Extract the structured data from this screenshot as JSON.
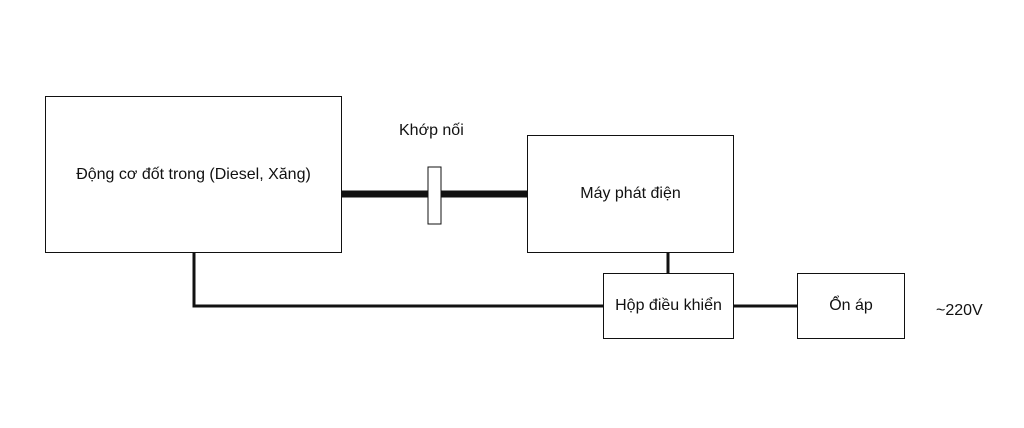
{
  "diagram": {
    "engine": "Động cơ đốt trong (Diesel, Xăng)",
    "coupling": "Khớp nối",
    "generator": "Máy phát điện",
    "controller": "Hộp điều khiển",
    "stabilizer": "Ổn áp",
    "output": "~220V"
  }
}
